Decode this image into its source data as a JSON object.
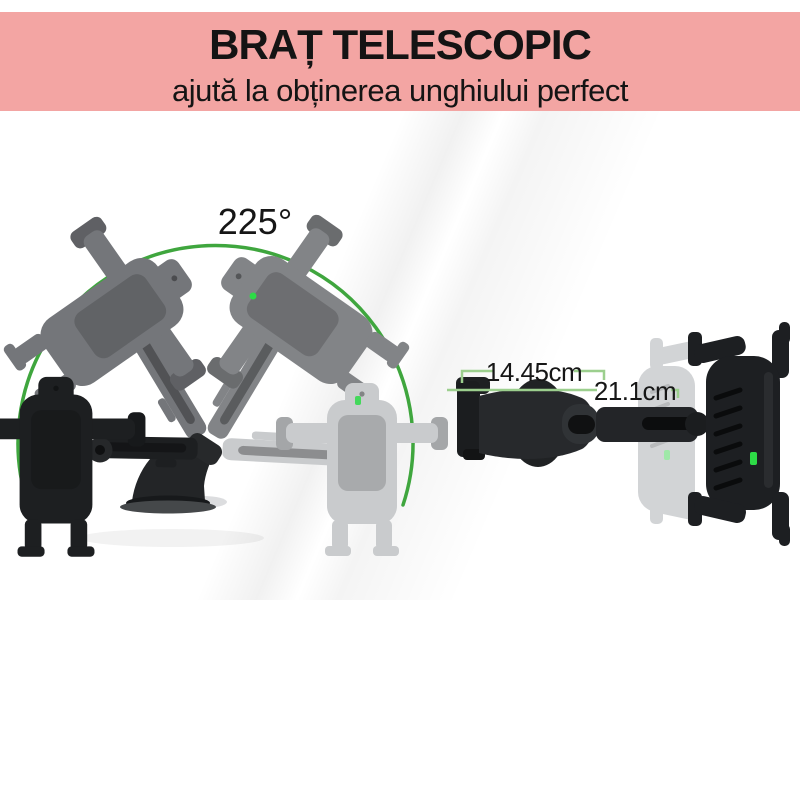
{
  "banner": {
    "title": "BRAȚ TELESCOPIC",
    "subtitle": "ajută la obținerea unghiului perfect"
  },
  "rotation": {
    "angle_label": "225°"
  },
  "dimensions": {
    "arm_length": "14.45cm",
    "total_length": "21.1cm"
  },
  "colors": {
    "banner_bg": "#f3a5a3",
    "arc_green": "#3fa63e",
    "measure_green": "#9ccf8e",
    "led_green": "#2ddb46",
    "mount_black": "#1d1f21",
    "mount_gray": "#77797c",
    "mount_ghost": "#c9cbcd"
  }
}
